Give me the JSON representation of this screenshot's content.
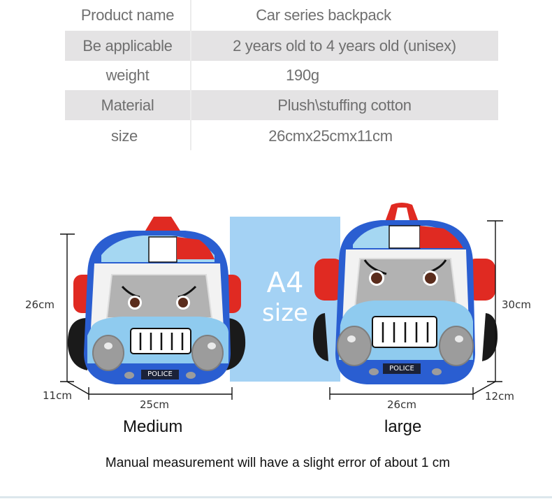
{
  "spec_table": {
    "rows": [
      {
        "label": "Product name",
        "value": "Car series backpack",
        "shaded": false
      },
      {
        "label": "Be applicable",
        "value": "2 years old to 4 years old (unisex)",
        "shaded": true
      },
      {
        "label": "weight",
        "value": "190g",
        "shaded": false
      },
      {
        "label": "Material",
        "value": "Plush\\stuffing cotton",
        "shaded": true
      },
      {
        "label": "size",
        "value": "26cmx25cmx11cm",
        "shaded": false
      }
    ]
  },
  "comparison": {
    "medium": {
      "name": "Medium",
      "height": "26cm",
      "width": "25cm",
      "depth": "11cm",
      "plate": "POLICE"
    },
    "a4": {
      "line1": "A4",
      "line2": "size",
      "color": "#a4d2f4"
    },
    "large": {
      "name": "large",
      "height": "30cm",
      "width": "26cm",
      "depth": "12cm",
      "plate": "POLICE"
    }
  },
  "note": "Manual measurement will have a slight error of about 1 cm",
  "colors": {
    "dark_blue": "#2a5ed1",
    "light_blue": "#8fcbef",
    "red": "#e02a22",
    "gray": "#a9a9a9"
  }
}
